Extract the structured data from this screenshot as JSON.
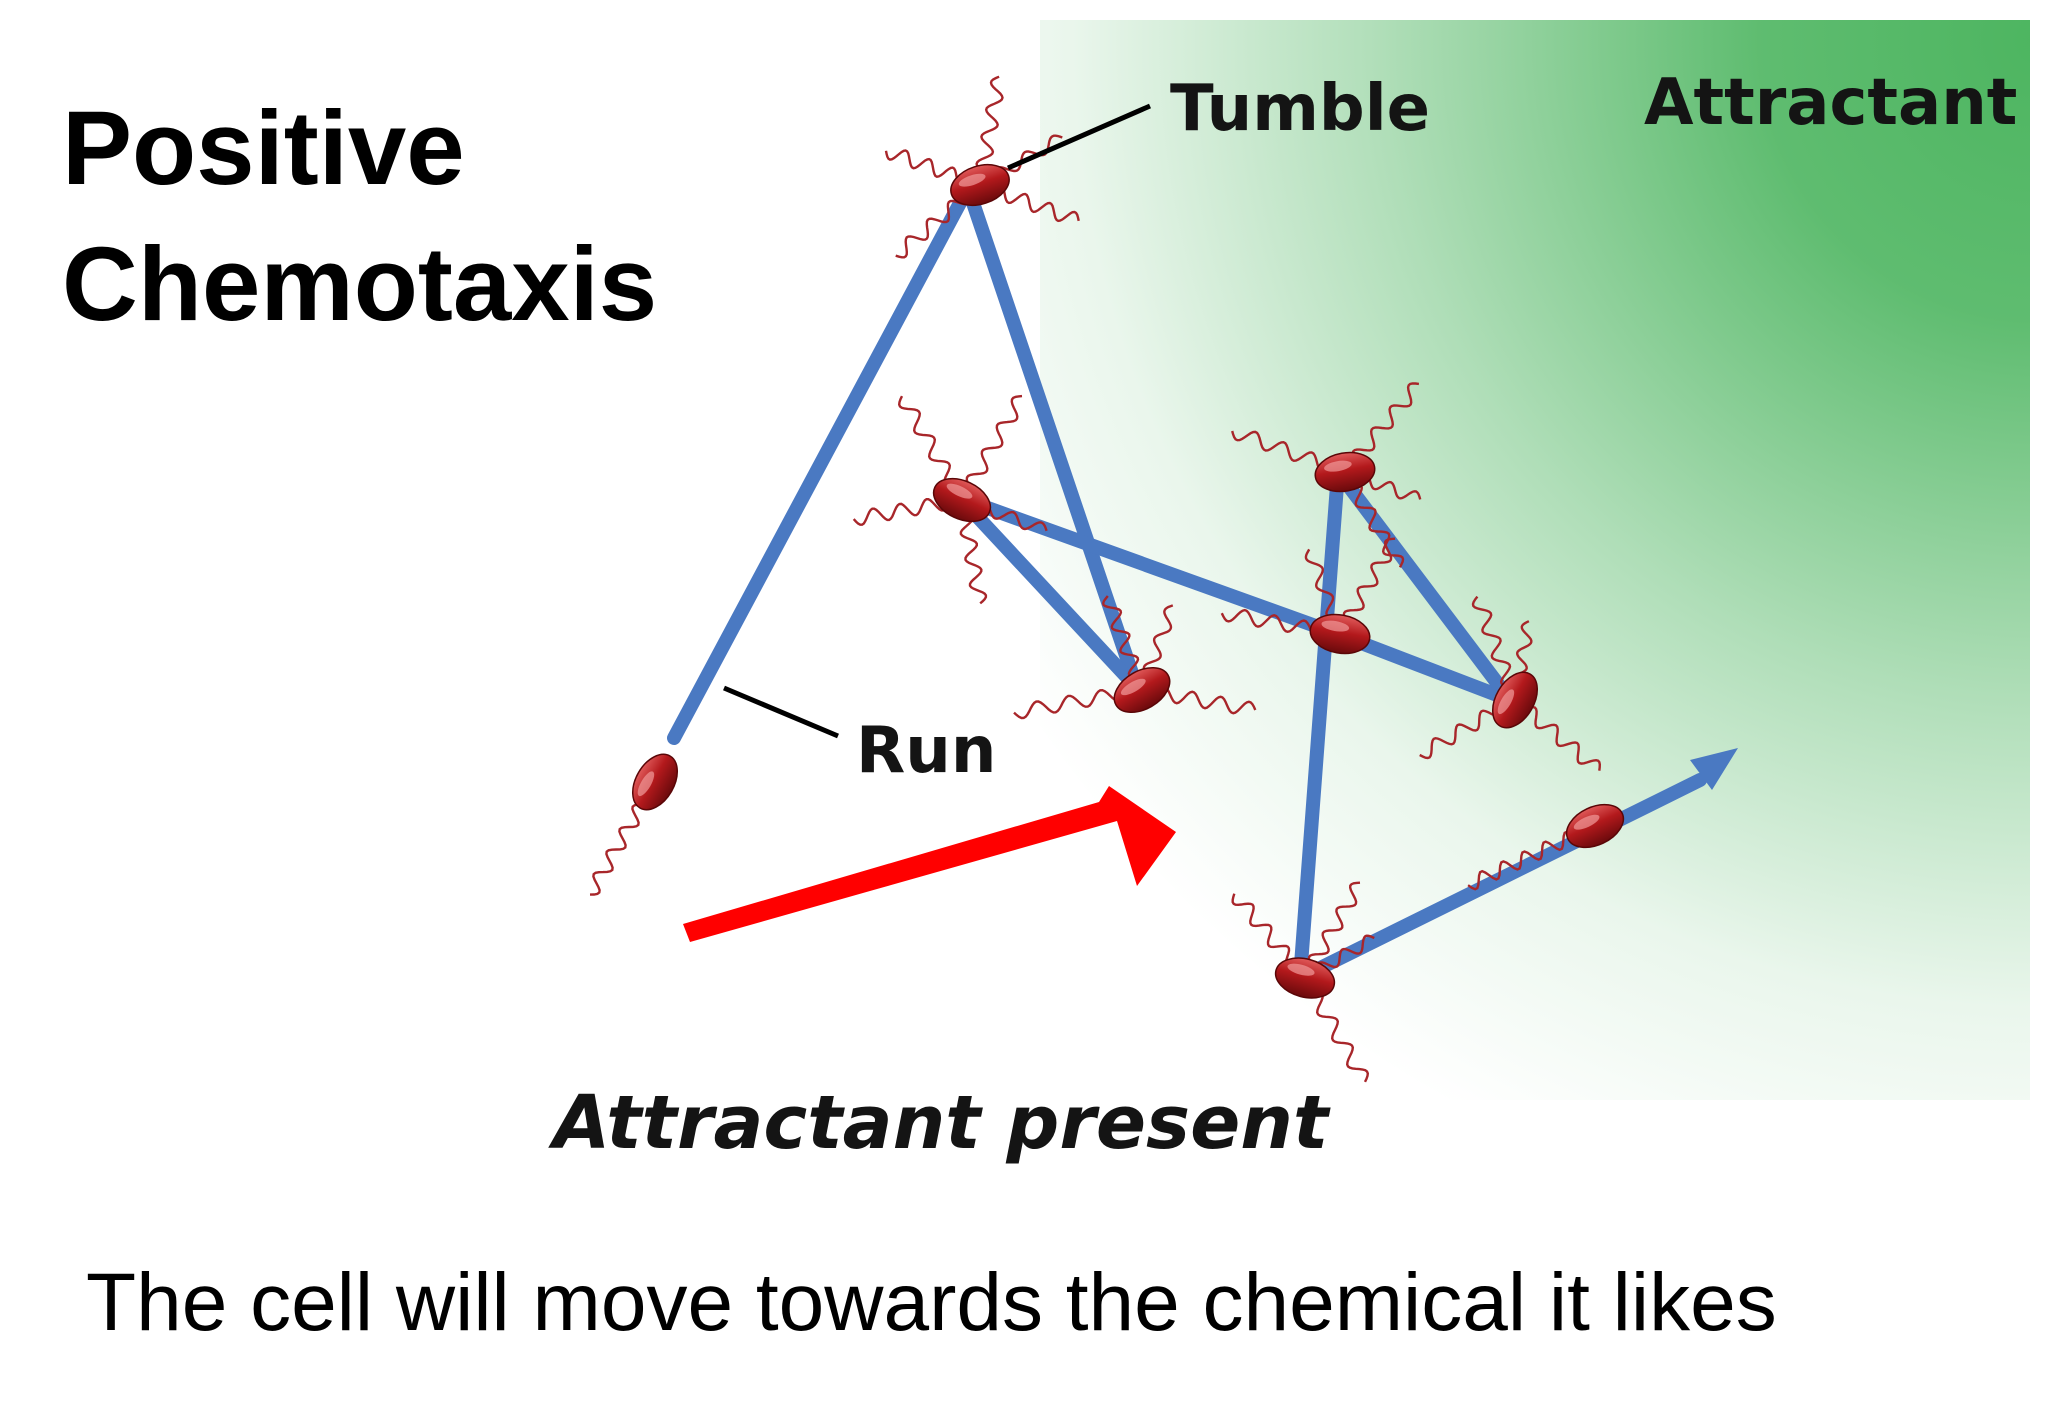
{
  "slide": {
    "title_line1": "Positive",
    "title_line2": "Chemotaxis",
    "caption": "The cell will move towards the chemical it likes"
  },
  "diagram": {
    "label_tumble": "Tumble",
    "label_attractant": "Attractant",
    "label_run": "Run",
    "label_attractant_present": "Attractant present"
  },
  "colors": {
    "gradient_green": "#4db560",
    "run_path_blue": "#4a79c2",
    "cell_red": "#b3191c",
    "flagella_red": "#a8262a",
    "direction_arrow_red": "#ff0000",
    "leader_line": "#000000"
  }
}
